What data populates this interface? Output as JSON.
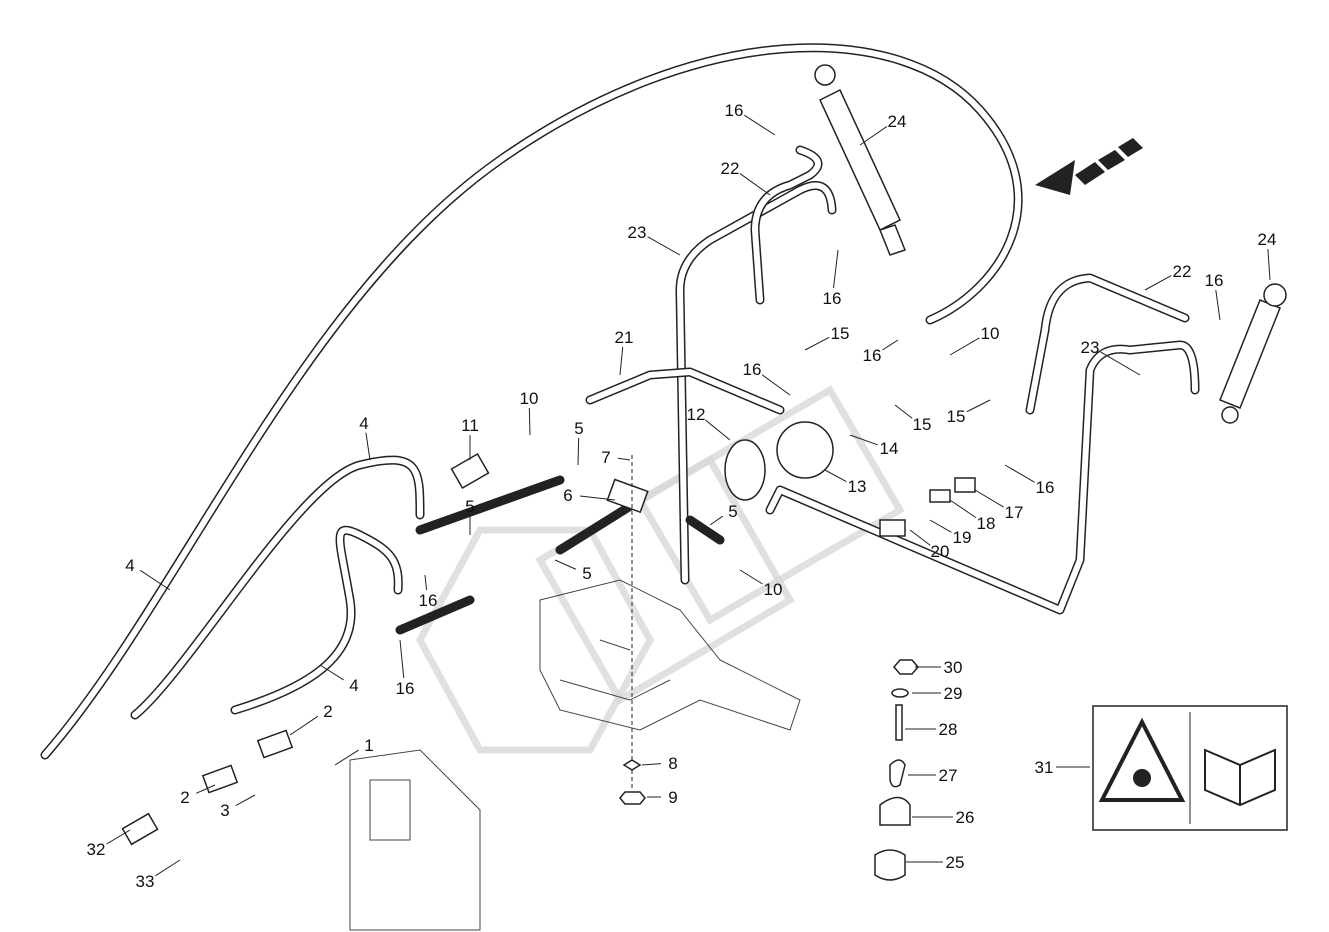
{
  "diagram": {
    "callouts": [
      "16",
      "24",
      "22",
      "23",
      "16",
      "15",
      "16",
      "10",
      "22",
      "16",
      "24",
      "23",
      "21",
      "16",
      "10",
      "11",
      "12",
      "15",
      "15",
      "5",
      "7",
      "14",
      "6",
      "13",
      "16",
      "5",
      "17",
      "18",
      "5",
      "19",
      "20",
      "16",
      "5",
      "10",
      "4",
      "4",
      "4",
      "16",
      "30",
      "29",
      "1",
      "2",
      "28",
      "8",
      "2",
      "31",
      "27",
      "9",
      "3",
      "26",
      "32",
      "33",
      "25"
    ],
    "watermark": "DMF",
    "icons": [
      "direction-arrow-icon",
      "explosion-warning-icon",
      "read-manual-icon"
    ]
  }
}
